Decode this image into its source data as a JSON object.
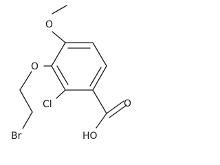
{
  "molecule": {
    "atom_labels": {
      "methoxy_oxygen": "O",
      "ether_oxygen": "O",
      "chlorine": "Cl",
      "bromine": "Br",
      "carbonyl_oxygen": "O",
      "hydroxyl": "HO"
    },
    "colors": {
      "bond": "#1a1a1a",
      "label": "#1a1a1a",
      "background": "#ffffff"
    }
  }
}
